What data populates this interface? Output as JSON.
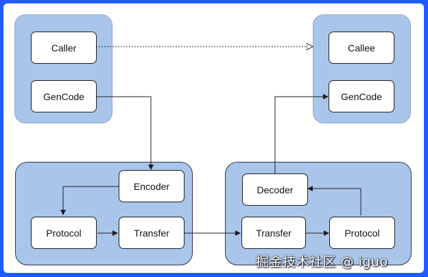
{
  "diagram": {
    "top_left": {
      "caller": "Caller",
      "gencode": "GenCode"
    },
    "top_right": {
      "callee": "Callee",
      "gencode": "GenCode"
    },
    "bottom_left": {
      "encoder": "Encoder",
      "protocol": "Protocol",
      "transfer": "Transfer"
    },
    "bottom_right": {
      "decoder": "Decoder",
      "transfer": "Transfer",
      "protocol": "Protocol"
    }
  },
  "watermark": "掘金技术社区 @ iguo",
  "colors": {
    "background_border": "#1f5bff",
    "group_fill": "#a9c5ea",
    "node_fill": "#ffffff",
    "edge": "#1f1f1f"
  }
}
